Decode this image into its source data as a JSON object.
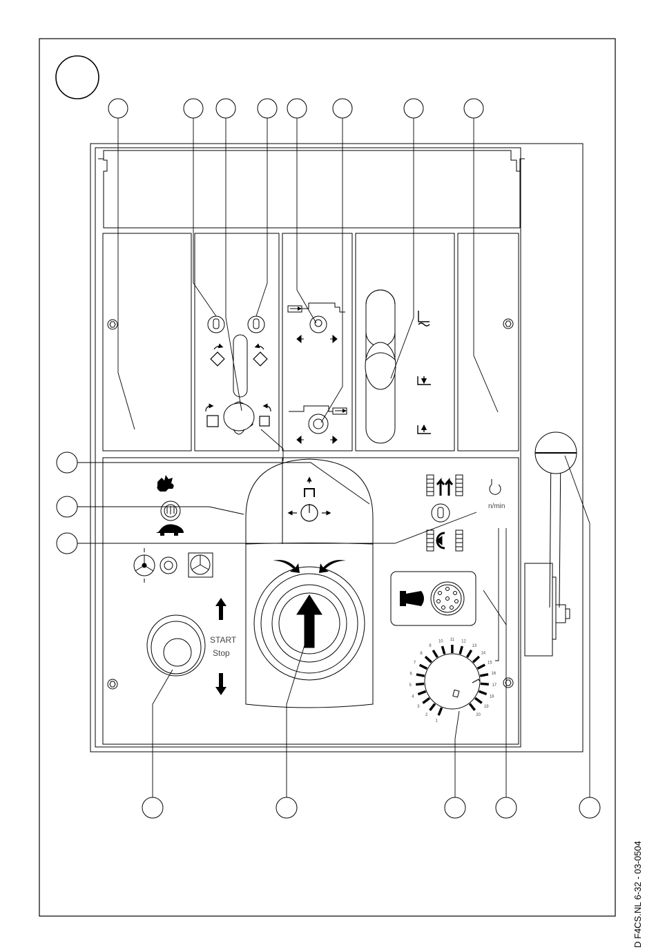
{
  "panel": {
    "start_label": "START",
    "stop_label": "Stop",
    "speed_unit": "n/min",
    "dial_numbers": [
      "1",
      "2",
      "3",
      "4",
      "5",
      "6",
      "7",
      "8",
      "9",
      "10",
      "11",
      "12",
      "13",
      "14",
      "15",
      "16",
      "17",
      "18",
      "19",
      "20"
    ]
  },
  "figure_code": "D F4CS.NL 6-32 - 03-0504",
  "icons": {
    "rabbit": "rabbit-icon",
    "tortoise": "tortoise-icon",
    "horn": "horn-icon",
    "fan": "fan-icon"
  }
}
